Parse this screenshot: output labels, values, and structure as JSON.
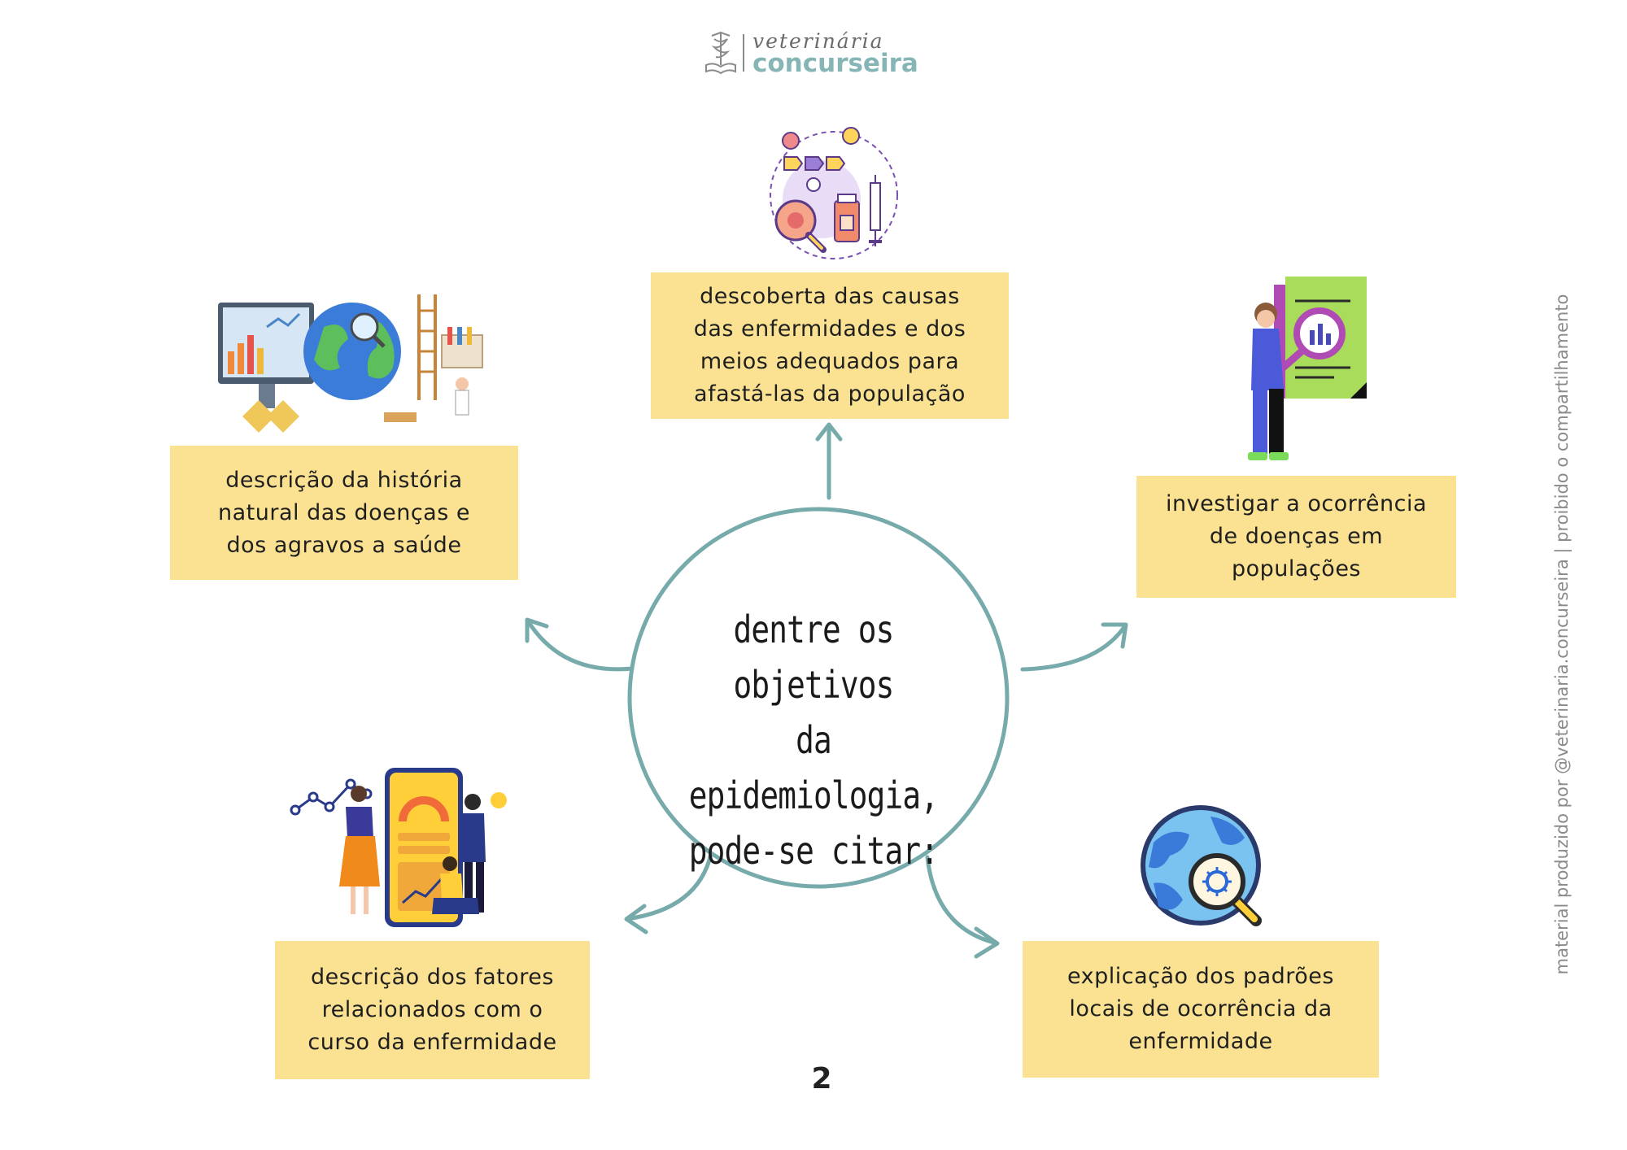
{
  "logo": {
    "script_text": "veterinária",
    "name_text": "concurseira"
  },
  "center": {
    "lines": [
      "dentre os objetivos",
      "da epidemiologia,",
      "pode-se citar:"
    ]
  },
  "objectives": [
    {
      "id": "top",
      "lines": [
        "descoberta das causas",
        "das enfermidades e dos",
        "meios adequados para",
        "afastá-las da população"
      ],
      "icon": "epidemiology-process-icon"
    },
    {
      "id": "right",
      "lines": [
        "investigar a ocorrência",
        "de doenças em",
        "populações"
      ],
      "icon": "analyst-magnifier-icon"
    },
    {
      "id": "bottom-right",
      "lines": [
        "explicação dos padrões",
        "locais de ocorrência da",
        "enfermidade"
      ],
      "icon": "globe-virus-magnifier-icon"
    },
    {
      "id": "bottom-left",
      "lines": [
        "descrição dos fatores",
        "relacionados com o",
        "curso da enfermidade"
      ],
      "icon": "team-data-phone-icon"
    },
    {
      "id": "left",
      "lines": [
        "descrição da história",
        "natural das doenças e",
        "dos agravos a saúde"
      ],
      "icon": "globe-lab-research-icon"
    }
  ],
  "page_number": "2",
  "side_note": "material produzido por @veterinaria.concurseira | proibido o compartilhamento",
  "colors": {
    "box": "#fae292",
    "circle": "#77aaaa",
    "logo": "#86b5b5"
  }
}
